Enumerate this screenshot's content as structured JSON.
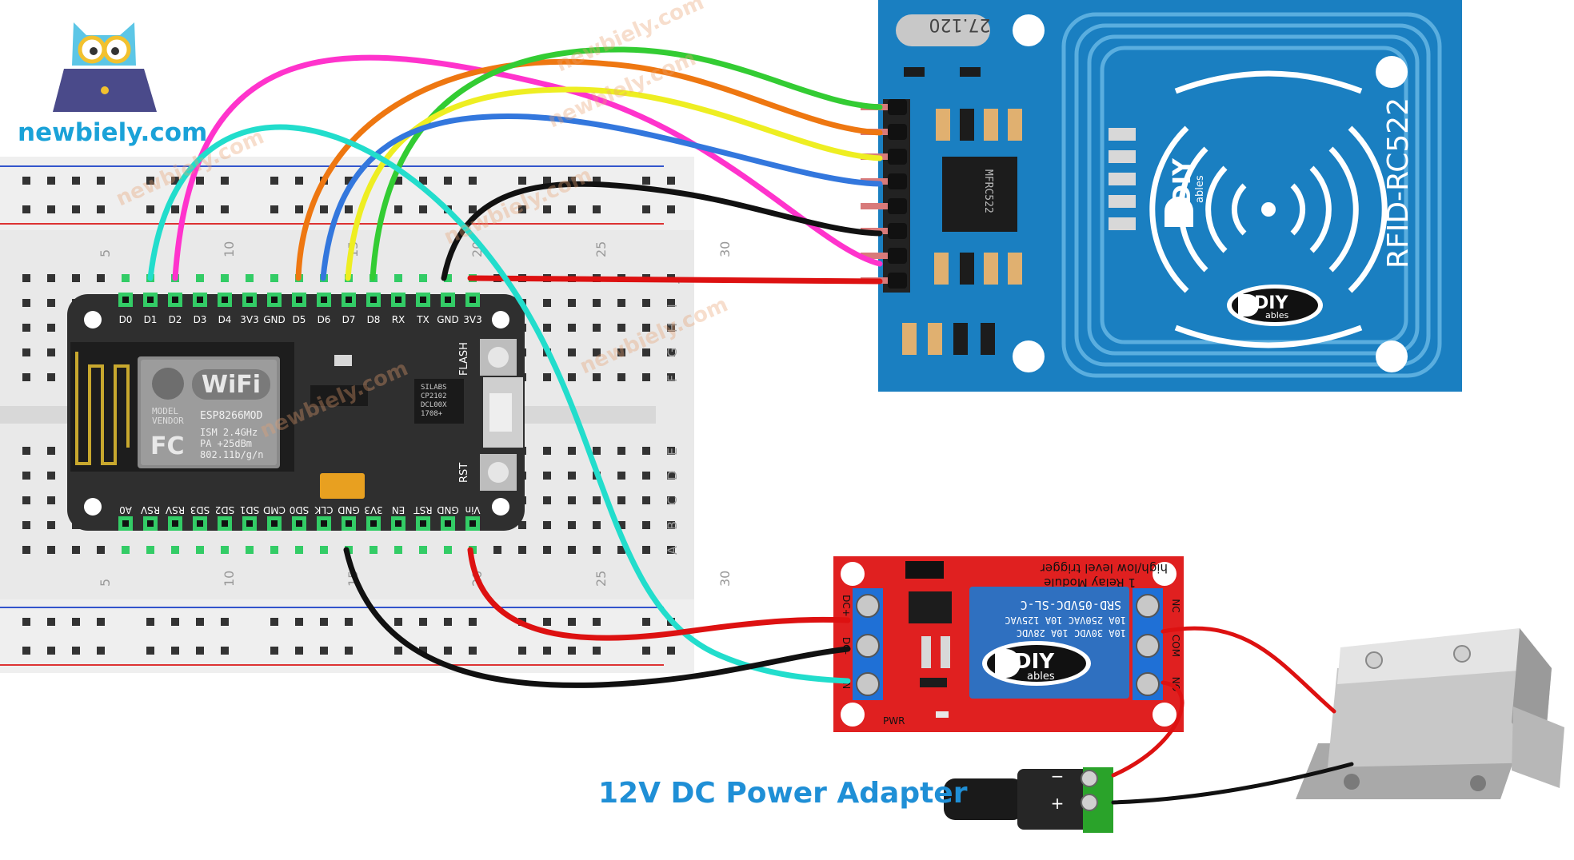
{
  "brand": {
    "name": "newbiely.com"
  },
  "watermark": "newbiely.com",
  "breadboard": {
    "col_numbers": [
      "5",
      "10",
      "15",
      "20",
      "25",
      "30"
    ],
    "row_letters_top": [
      "J",
      "I",
      "H",
      "G",
      "F"
    ],
    "row_letters_bottom": [
      "E",
      "D",
      "C",
      "B",
      "A"
    ]
  },
  "esp": {
    "top_pins": [
      "D0",
      "D1",
      "D2",
      "D3",
      "D4",
      "3V3",
      "GND",
      "D5",
      "D6",
      "D7",
      "D8",
      "RX",
      "TX",
      "GND",
      "3V3"
    ],
    "bottom_pins": [
      "A0",
      "RSV",
      "RSV",
      "SD3",
      "SD2",
      "SD1",
      "CMD",
      "SD0",
      "CLK",
      "GND",
      "3V3",
      "EN",
      "RST",
      "GND",
      "Vin"
    ],
    "wifi": "WiFi",
    "module_lines": [
      "MODEL",
      "VENDOR"
    ],
    "module_name": "ESP8266MOD",
    "fcc": "FC",
    "spec_lines": [
      "ISM 2.4GHz",
      "PA  +25dBm",
      "802.11b/g/n"
    ],
    "usb_chip": [
      "SILABS",
      "CP2102",
      "DCL00X",
      "1708+"
    ],
    "flash": "FLASH",
    "rst": "RST"
  },
  "rfid": {
    "label": "RFID-RC522",
    "chip": "MFRC522",
    "crystal": "27.120",
    "logo_top": "DIY",
    "logo_bottom": "ables"
  },
  "relay": {
    "title": "1 Relay Module",
    "subtitle": "high/low level trigger",
    "relay_lines": [
      "SRD-05VDC-SL-C",
      "10A 250VAC  10A 125VAC",
      "10A 30VDC  10A 28VDC"
    ],
    "input_pins": [
      "DC+",
      "DC-",
      "IN"
    ],
    "output_pins": [
      "NC",
      "COM",
      "NO"
    ],
    "pwr": "PWR",
    "logo_top": "DIY",
    "logo_bottom": "ables"
  },
  "adapter": {
    "label": "12V DC Power Adapter",
    "minus": "−",
    "plus": "+"
  },
  "colors": {
    "magenta": "#ff33cc",
    "orange": "#ee7711",
    "green": "#33cc33",
    "yellow": "#eeee22",
    "blue": "#3377dd",
    "black": "#111111",
    "red": "#dd1111",
    "cyan": "#22ddcc",
    "rfid_board": "#1a7fc1",
    "relay_board": "#e02020",
    "esp_board": "#2f2f2f"
  }
}
